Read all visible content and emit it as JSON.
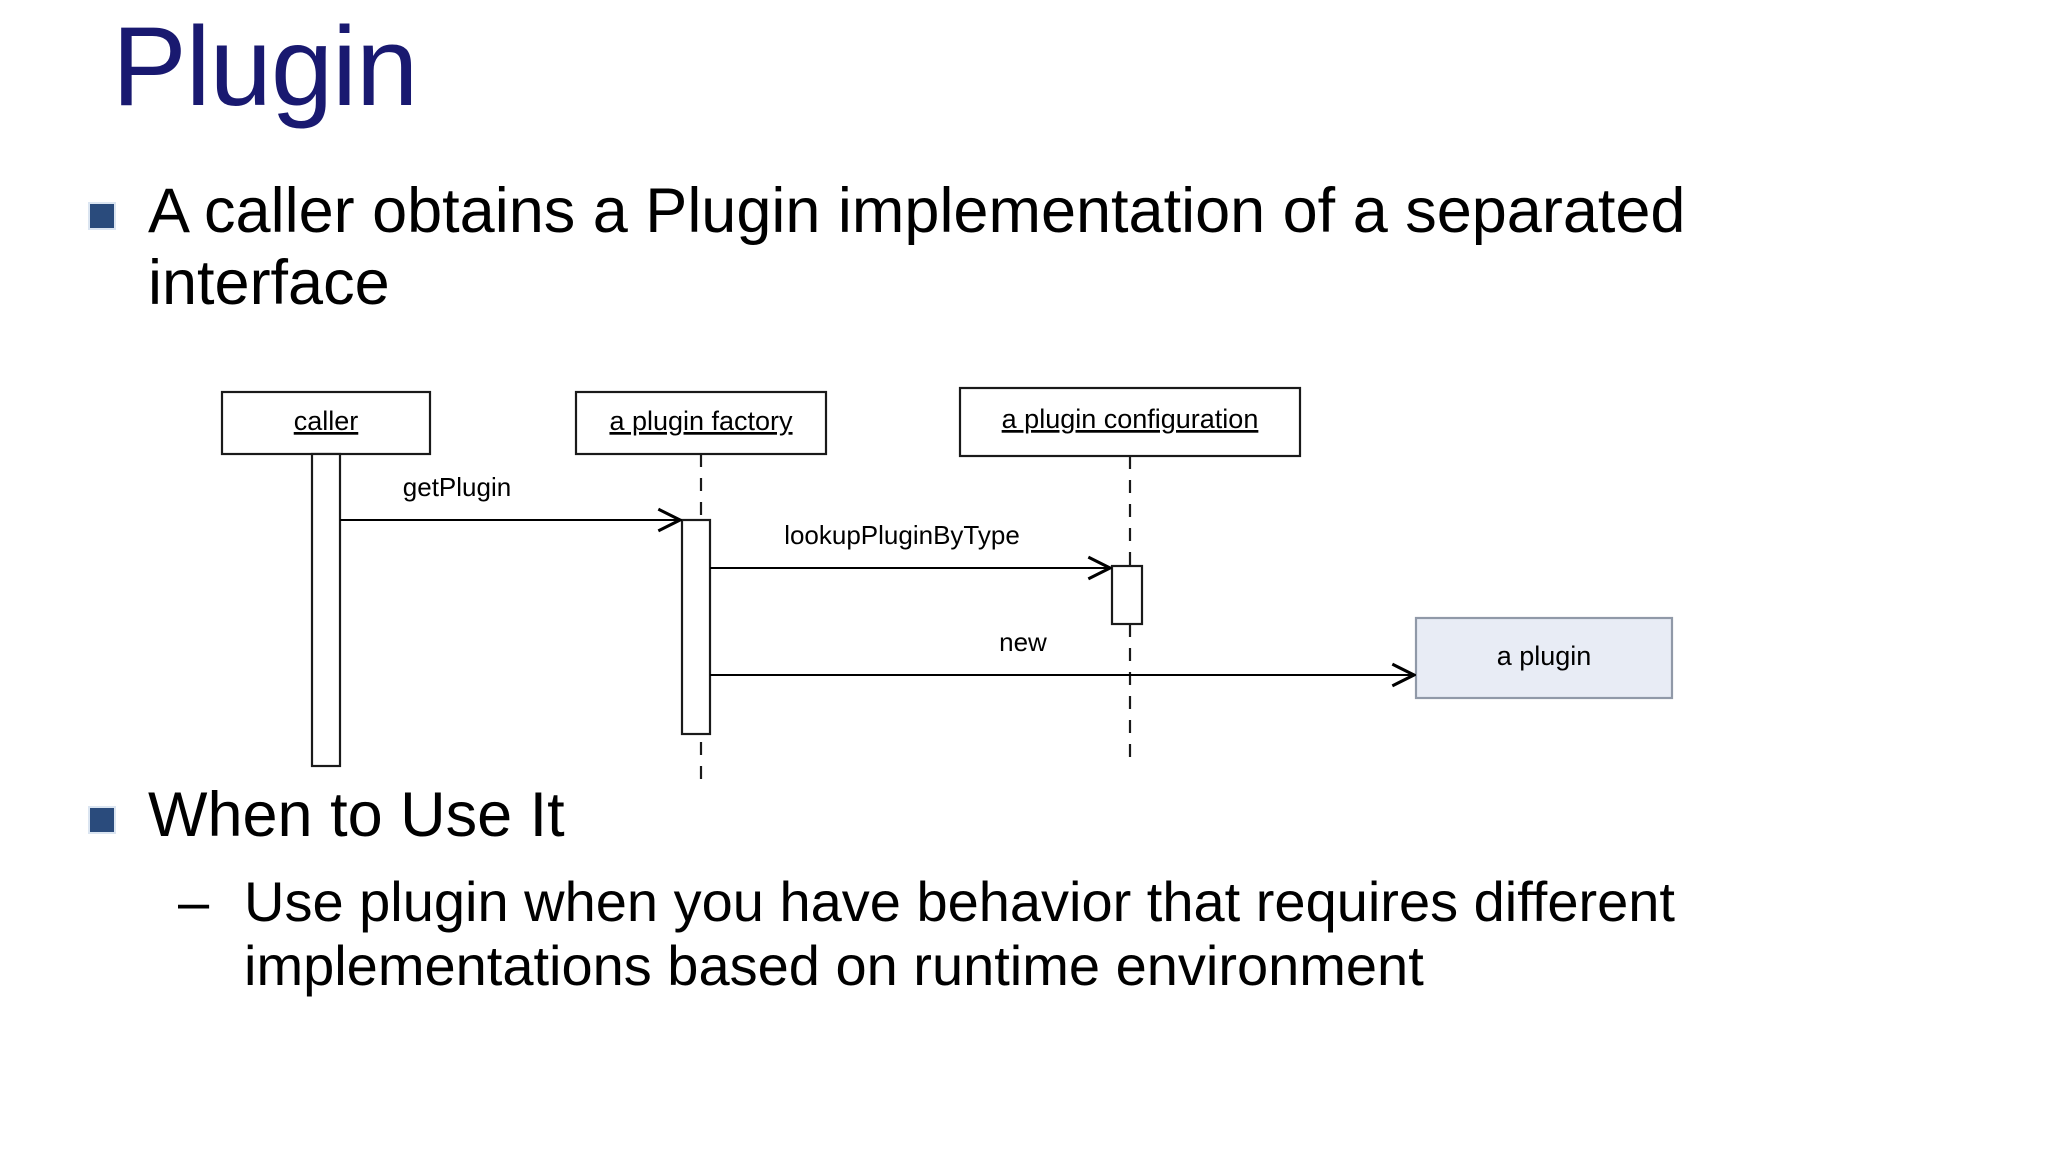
{
  "slide": {
    "title": "Plugin",
    "title_color": "#191970",
    "background": "#ffffff"
  },
  "bullets": [
    {
      "marker": "square-bullet",
      "text": "A caller obtains a Plugin implementation of a separated interface"
    },
    {
      "marker": "square-bullet",
      "text": "When to Use It"
    }
  ],
  "subbullets": [
    {
      "marker": "–",
      "text": "Use plugin when you have behavior that requires different implementations based on runtime environment"
    }
  ],
  "diagram": {
    "type": "uml-sequence-diagram",
    "lifelines": [
      {
        "name": "caller",
        "label": "caller",
        "underlined": true,
        "fill": "#ffffff",
        "stroke": "#000000"
      },
      {
        "name": "a-plugin-factory",
        "label": "a plugin factory",
        "underlined": true,
        "fill": "#ffffff",
        "stroke": "#000000"
      },
      {
        "name": "a-plugin-configuration",
        "label": "a plugin configuration",
        "underlined": true,
        "fill": "#ffffff",
        "stroke": "#000000"
      },
      {
        "name": "a-plugin",
        "label": "a plugin",
        "underlined": false,
        "fill": "#e8ecf5",
        "stroke": "#9099a8"
      }
    ],
    "messages": [
      {
        "label": "getPlugin",
        "from": "caller",
        "to": "a-plugin-factory"
      },
      {
        "label": "lookupPluginByType",
        "from": "a-plugin-factory",
        "to": "a-plugin-configuration"
      },
      {
        "label": "new",
        "from": "a-plugin-factory",
        "to": "a-plugin"
      }
    ]
  }
}
